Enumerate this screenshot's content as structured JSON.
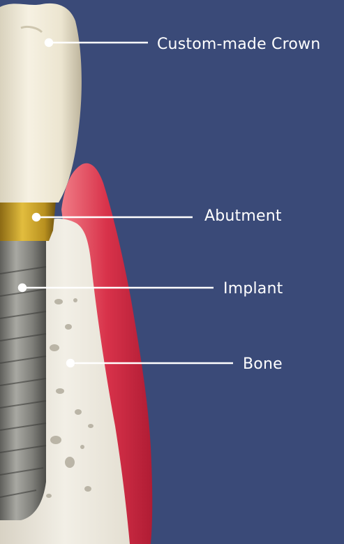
{
  "labels": {
    "crown": "Custom-made Crown",
    "abutment": "Abutment",
    "implant": "Implant",
    "bone": "Bone"
  },
  "colors": {
    "background": "#3a4a78",
    "crown": "#efe9d6",
    "abutment": "#c9a12a",
    "implant": "#8a8a86",
    "bone": "#eeebe2",
    "gum": "#d8324a",
    "leader": "#ffffff"
  }
}
